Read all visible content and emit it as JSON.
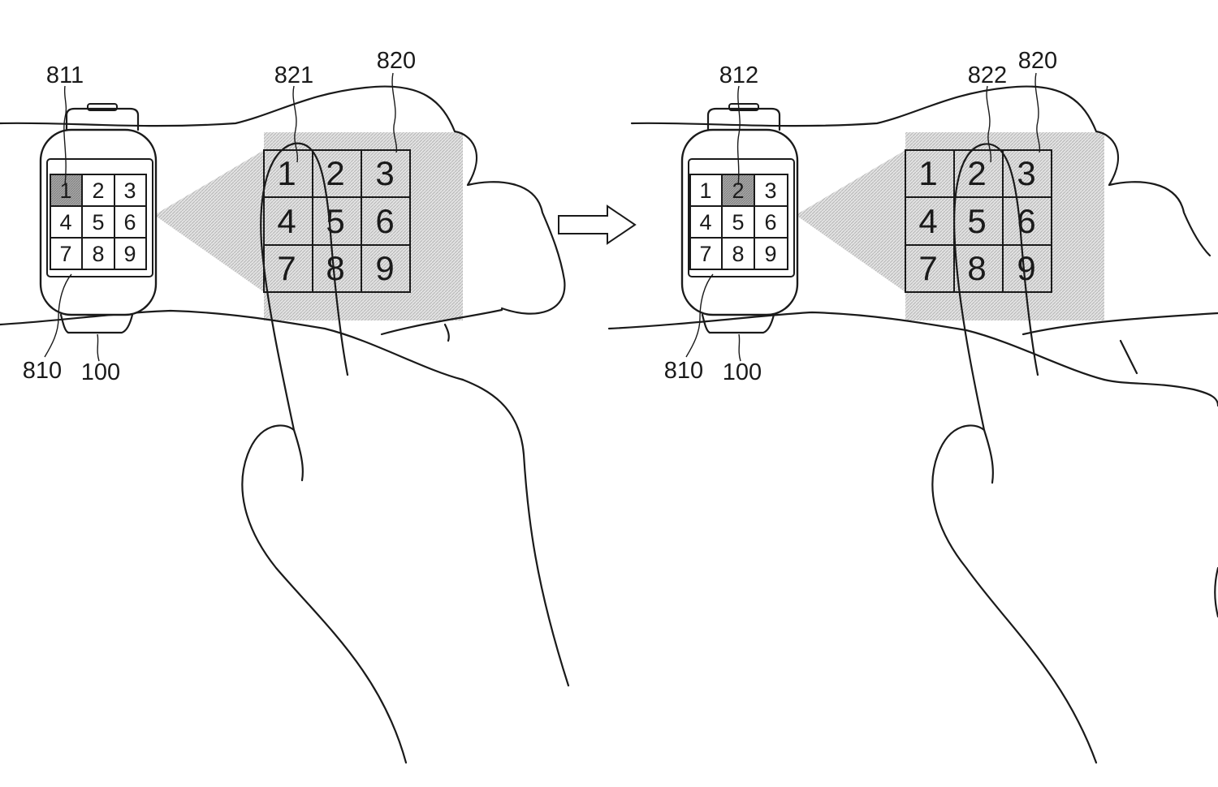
{
  "figure": {
    "left_panel": {
      "ref_watch_key": "811",
      "ref_projected_key": "821",
      "ref_projection": "820",
      "ref_watch_screen": "810",
      "ref_device": "100",
      "selected_key": "1"
    },
    "right_panel": {
      "ref_watch_key": "812",
      "ref_projected_key": "822",
      "ref_projection": "820",
      "ref_watch_screen": "810",
      "ref_device": "100",
      "selected_key": "2"
    },
    "keypad": [
      "1",
      "2",
      "3",
      "4",
      "5",
      "6",
      "7",
      "8",
      "9"
    ],
    "arrow": "transition-arrow"
  },
  "colors": {
    "line": "#1a1a1a",
    "projection_hatch": "#bdbdbd",
    "selected_key_fill": "#9e9e9e"
  }
}
